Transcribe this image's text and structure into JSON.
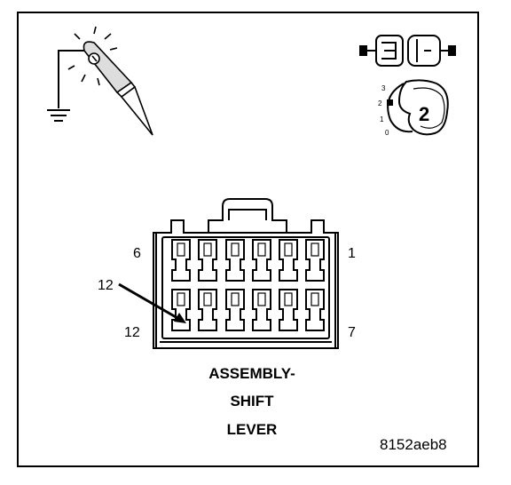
{
  "connector": {
    "title_lines": [
      "ASSEMBLY-",
      "SHIFT",
      "LEVER"
    ],
    "pin_labels": {
      "top_left": "6",
      "top_right": "1",
      "bottom_left": "12",
      "bottom_right": "7",
      "callout": "12"
    }
  },
  "figure_id": "8152aeb8",
  "meter_icon": {
    "range_number": "2",
    "scale_ticks": [
      "3",
      "2",
      "1",
      "0"
    ]
  },
  "icons": [
    "test-probe-icon",
    "ground-icon",
    "connector-plug-icon",
    "multimeter-dial-icon"
  ]
}
